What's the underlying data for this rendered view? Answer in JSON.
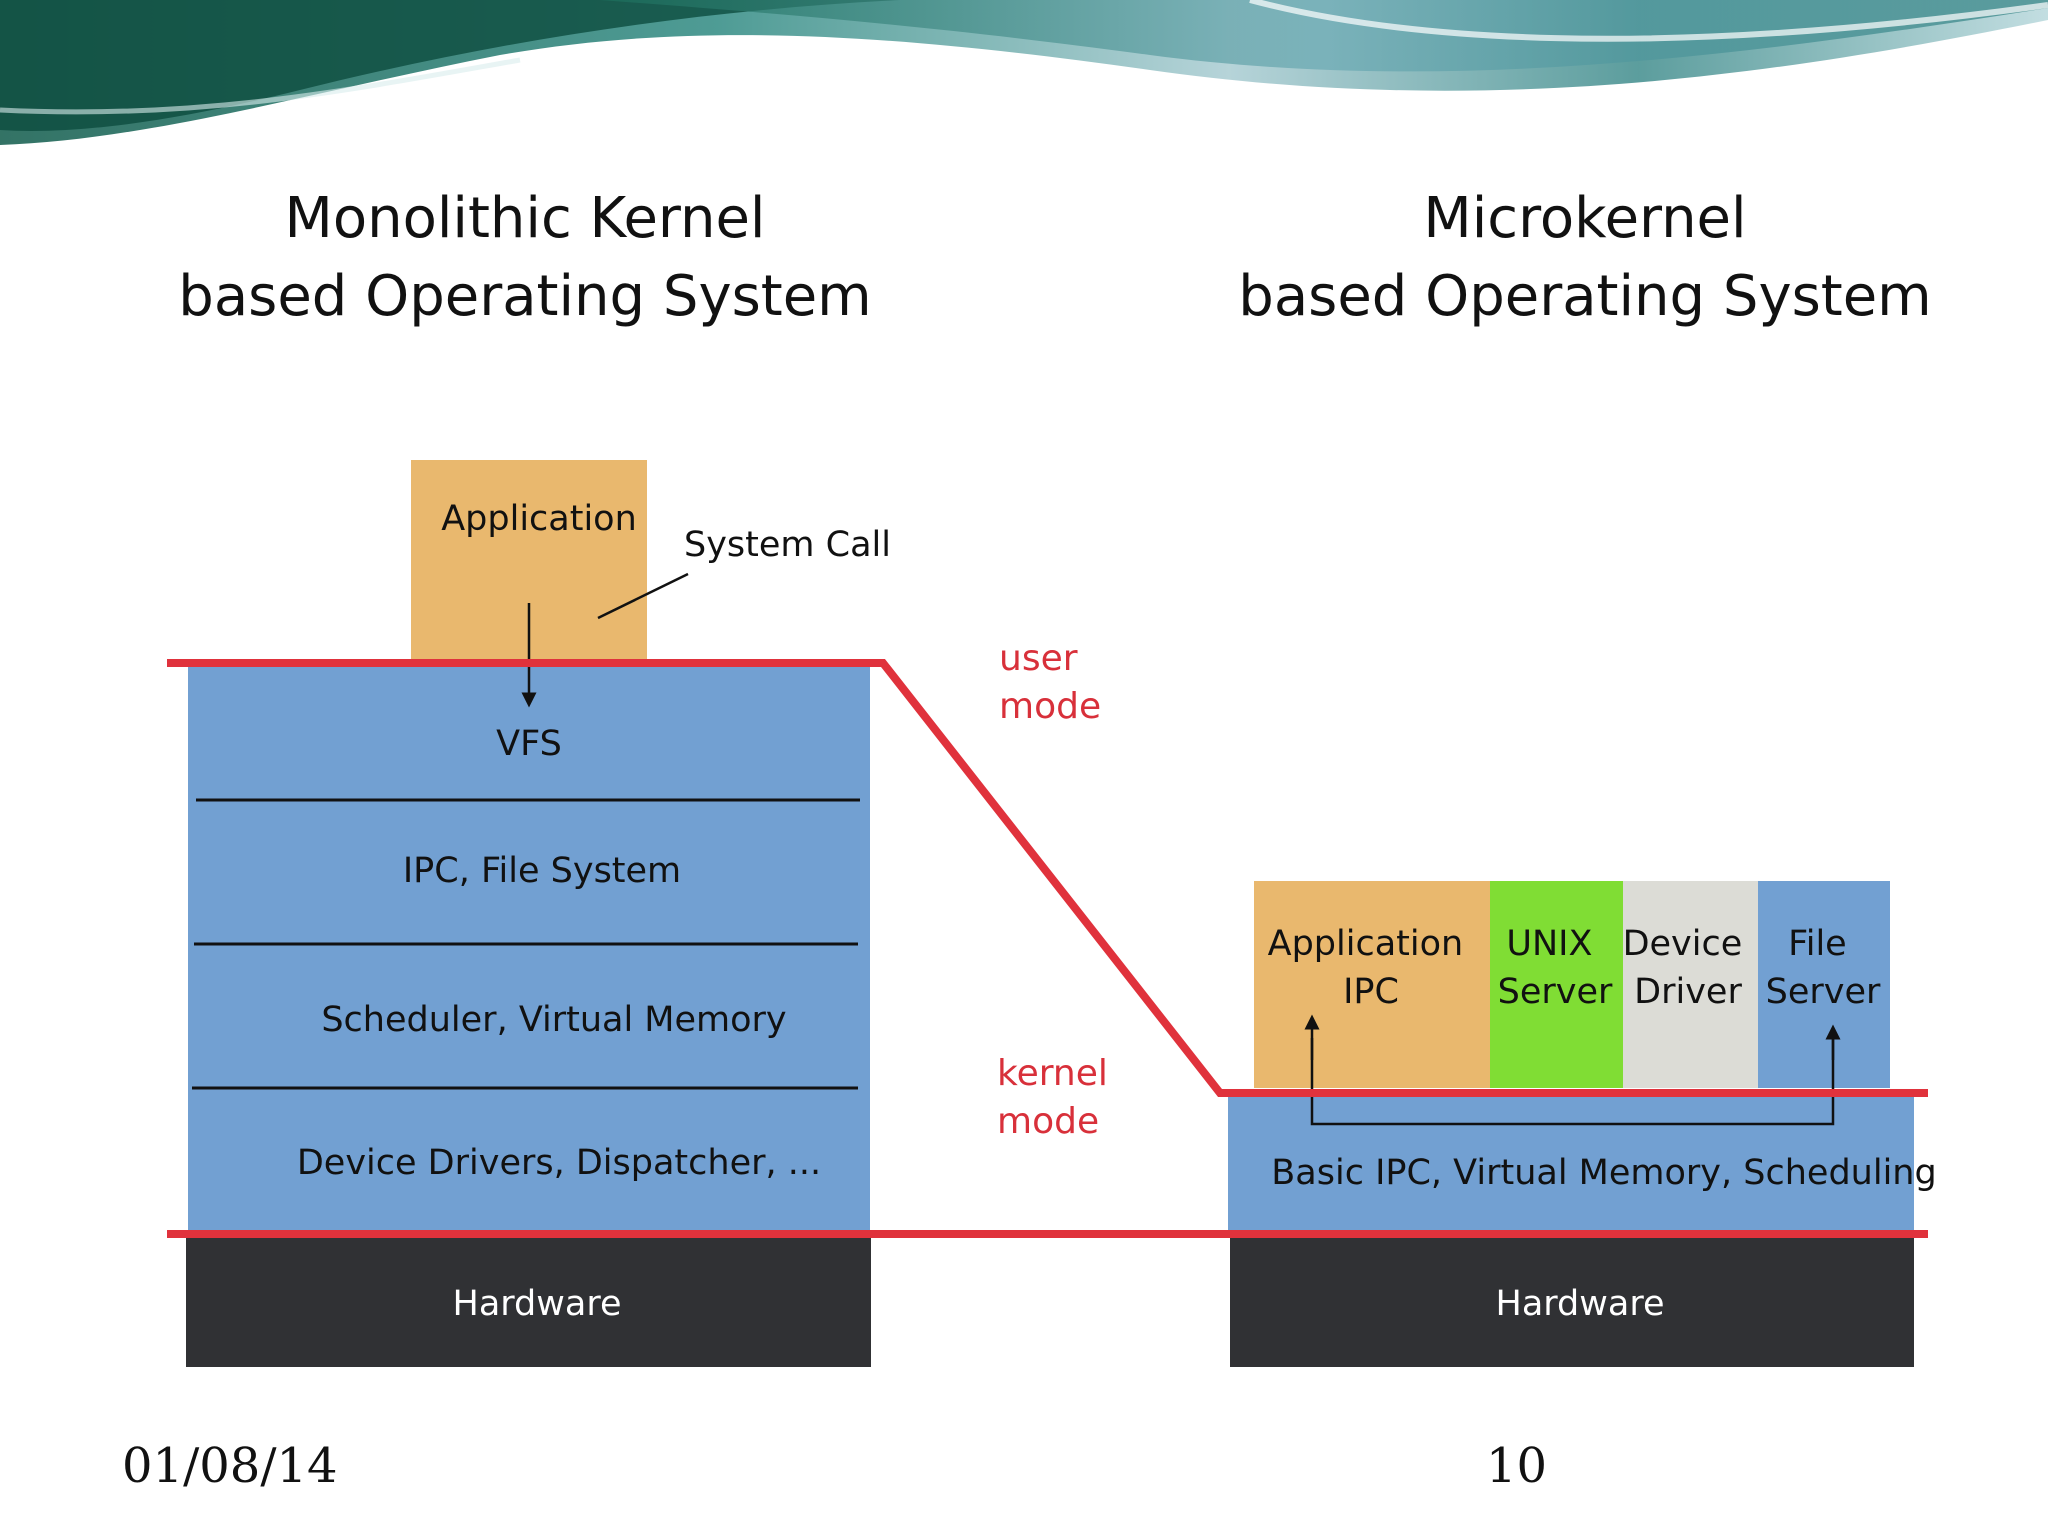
{
  "slide": {
    "date": "01/08/14",
    "page_number": "10"
  },
  "monolithic": {
    "title_line1": "Monolithic Kernel",
    "title_line2": "based Operating System",
    "application": "Application",
    "system_call": "System Call",
    "layers": [
      "VFS",
      "IPC, File System",
      "Scheduler, Virtual Memory",
      "Device Drivers, Dispatcher, ..."
    ],
    "hardware": "Hardware"
  },
  "microkernel": {
    "title_line1": "Microkernel",
    "title_line2": "based Operating System",
    "servers": [
      {
        "line1": "Application",
        "line2": "IPC",
        "color": "#e9b86e"
      },
      {
        "line1": "UNIX",
        "line2": "Server",
        "color": "#80dd34"
      },
      {
        "line1": "Device",
        "line2": "Driver",
        "color": "#dcdcd6"
      },
      {
        "line1": "File",
        "line2": "Server",
        "color": "#72a0d2"
      }
    ],
    "kernel_label": "Basic IPC, Virtual Memory, Scheduling",
    "hardware": "Hardware"
  },
  "modes": {
    "user_line1": "user",
    "user_line2": "mode",
    "kernel_line1": "kernel",
    "kernel_line2": "mode"
  },
  "colors": {
    "kernel_blue": "#72a0d2",
    "application_orange": "#e9b86e",
    "hardware_dark": "#303134",
    "boundary_red": "#e0323c"
  }
}
